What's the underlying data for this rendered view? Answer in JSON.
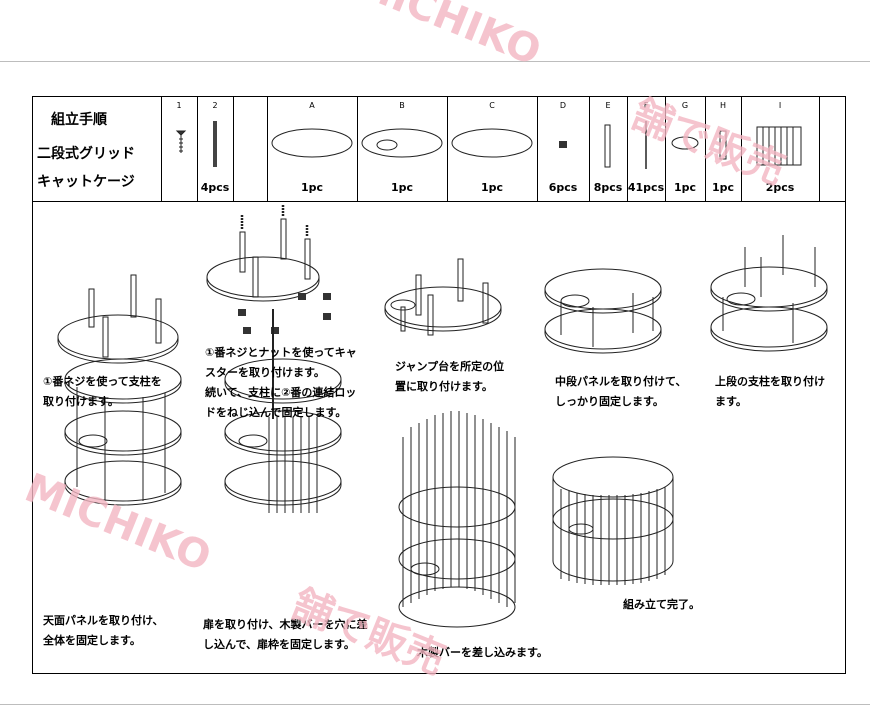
{
  "title": {
    "line1": "組立手順",
    "line2": "二段式グリッド",
    "line3": "キャットケージ"
  },
  "parts": [
    {
      "letter": "1",
      "qty": "",
      "icon": "flat-screw-icon"
    },
    {
      "letter": "2",
      "qty": "4pcs",
      "icon": "connecting-rod-icon"
    },
    {
      "letter": "",
      "qty": "",
      "icon": ""
    },
    {
      "letter": "A",
      "qty": "1pc",
      "icon": "oval-panel-icon"
    },
    {
      "letter": "B",
      "qty": "1pc",
      "icon": "oval-panel-with-hole-icon"
    },
    {
      "letter": "C",
      "qty": "1pc",
      "icon": "oval-panel-icon"
    },
    {
      "letter": "D",
      "qty": "6pcs",
      "icon": "caster-icon"
    },
    {
      "letter": "E",
      "qty": "8pcs",
      "icon": "post-icon"
    },
    {
      "letter": "F",
      "qty": "41pcs",
      "icon": "bar-icon"
    },
    {
      "letter": "G",
      "qty": "1pc",
      "icon": "jump-board-icon"
    },
    {
      "letter": "H",
      "qty": "1pc",
      "icon": "short-post-icon"
    },
    {
      "letter": "I",
      "qty": "2pcs",
      "icon": "door-grid-icon"
    }
  ],
  "steps": {
    "s1": [
      "①番ネジを使って支柱を",
      "取り付けます。"
    ],
    "s2": [
      "①番ネジとナットを使ってキャ",
      "スターを取り付けます。",
      "続いて、支柱に②番の連結ロッ",
      "ドをねじ込んで固定します。"
    ],
    "s3": [
      "ジャンプ台を所定の位",
      "置に取り付けます。"
    ],
    "s4": [
      "中段パネルを取り付けて、",
      "しっかり固定します。"
    ],
    "s5": [
      "上段の支柱を取り付け",
      "ます。"
    ],
    "s6": [
      "天面パネルを取り付け、",
      "全体を固定します。"
    ],
    "s7": [
      "扉を取り付け、木製バーを穴に差",
      "し込んで、扉枠を固定します。"
    ],
    "s8": [
      "木製バーを差し込みます。"
    ],
    "s9": [
      "組み立て完了。"
    ]
  },
  "watermarks": {
    "brand": "MICHIKO",
    "shop": "舗で販売"
  }
}
